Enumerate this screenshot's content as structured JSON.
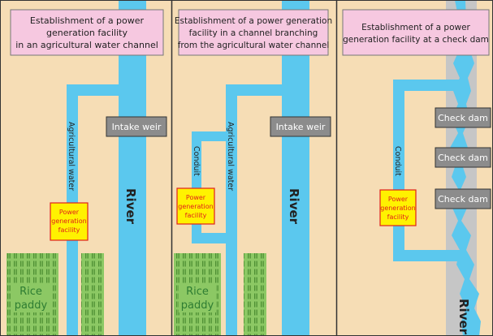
{
  "panels": [
    {
      "title_lines": [
        "Establishment of a power",
        "generation facility",
        "in an agricultural water channel"
      ],
      "labels": {
        "intake_weir": "Intake weir",
        "agricultural_water": "Agricultural water",
        "power_facility": [
          "Power",
          "generation",
          "facility"
        ],
        "river": "River",
        "rice_paddy": [
          "Rice",
          "paddy"
        ]
      }
    },
    {
      "title_lines": [
        "Establishment of a power generation",
        "facility in a channel branching",
        "from the agricultural water channel"
      ],
      "labels": {
        "intake_weir": "Intake weir",
        "agricultural_water": "Agricultural water",
        "conduit": "Conduit",
        "power_facility": [
          "Power",
          "generation",
          "facility"
        ],
        "river": "River",
        "rice_paddy": [
          "Rice",
          "paddy"
        ]
      }
    },
    {
      "title_lines": [
        "Establishment of a power",
        "generation facility at a check dam"
      ],
      "labels": {
        "check_dams": [
          "Check dam",
          "Check dam",
          "Check dam"
        ],
        "conduit": "Conduit",
        "power_facility": [
          "Power",
          "generation",
          "facility"
        ],
        "river": "River"
      }
    }
  ],
  "colors": {
    "background": "#F6DDB5",
    "water": "#5BC8EE",
    "title_box": "#F6C8E0",
    "facility_fill": "#FFF200",
    "facility_text": "#E0201B",
    "weir_box": "#8C8C8C",
    "paddy": "#8CC864",
    "paddy_text": "#2E7D32",
    "riverbank": "#C6C6C6",
    "divider": "#333333"
  }
}
